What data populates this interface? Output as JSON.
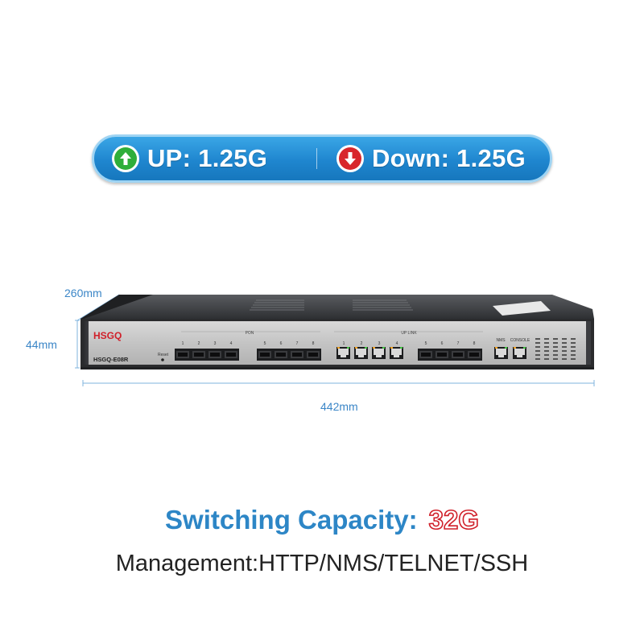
{
  "banner": {
    "up_label": "UP: 1.25G",
    "down_label": "Down: 1.25G",
    "up_icon": "green-up-arrow-icon",
    "down_icon": "red-down-arrow-icon",
    "accent": "#1f86cf"
  },
  "dimensions": {
    "depth": "260mm",
    "height": "44mm",
    "width": "442mm"
  },
  "device": {
    "brand": "HSGQ",
    "model": "HSGQ-E08R",
    "reset_label": "Reset",
    "pon_label": "PON",
    "uplink_label": "UP LINK",
    "nms_label": "NMS",
    "console_label": "CONSOLE",
    "pon_numbers": [
      "1",
      "2",
      "3",
      "4",
      "5",
      "6",
      "7",
      "8"
    ],
    "uplink_rj45_numbers": [
      "1",
      "2",
      "3",
      "4"
    ],
    "uplink_sfp_numbers": [
      "5",
      "6",
      "7",
      "8"
    ]
  },
  "capacity": {
    "label": "Switching Capacity:",
    "value": "32G",
    "value_color": "#d0202a"
  },
  "management": {
    "label": "Management:HTTP/NMS/TELNET/SSH"
  }
}
